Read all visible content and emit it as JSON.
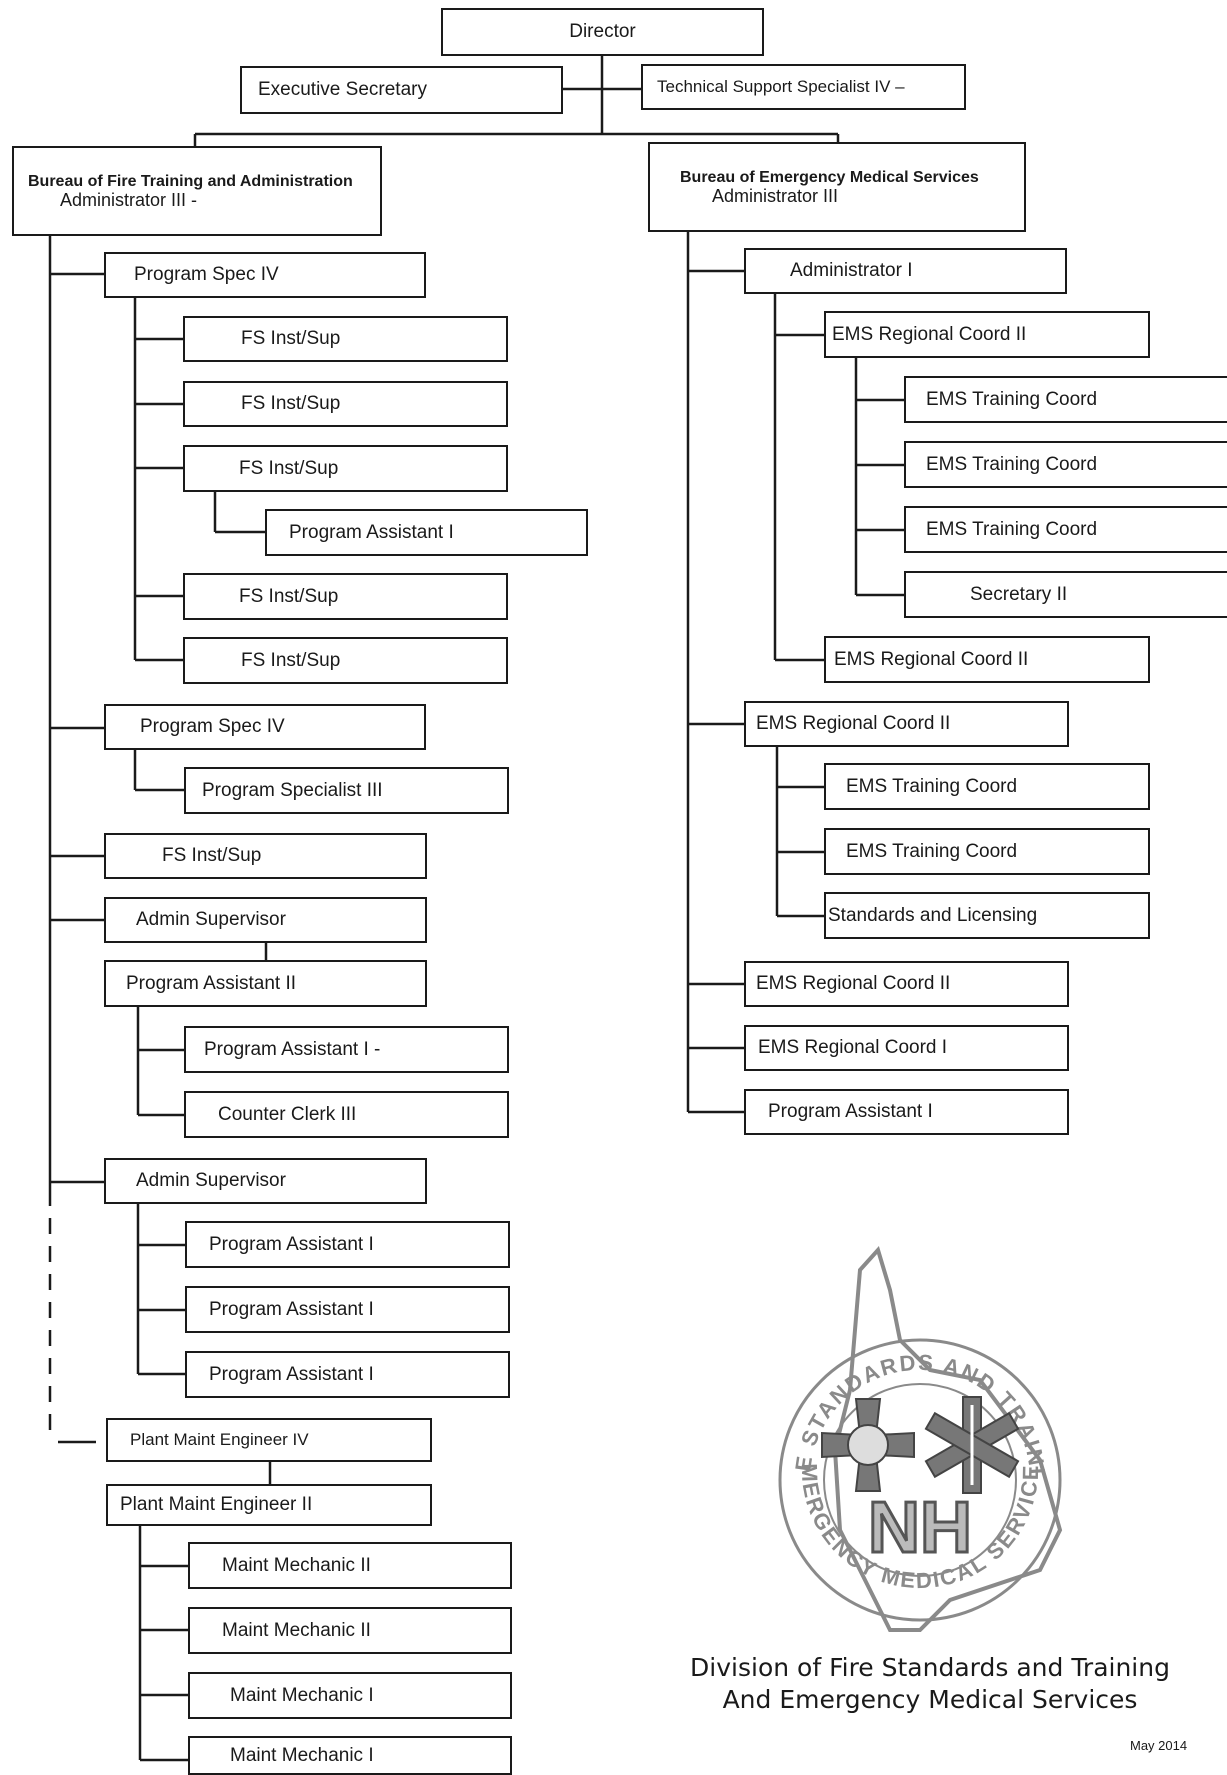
{
  "director": "Director",
  "executive_secretary": "Executive Secretary",
  "tech_support": "Technical Support Specialist IV –",
  "fire_bureau": {
    "title": "Bureau of Fire Training and Administration",
    "admin": "Administrator III -"
  },
  "ems_bureau": {
    "title": "Bureau of Emergency Medical Services",
    "admin": "Administrator III"
  },
  "fire": {
    "ps1": "Program Spec IV",
    "fs1": "FS Inst/Sup",
    "fs2": "FS Inst/Sup",
    "fs3": "FS Inst/Sup",
    "pa_fs3": "Program Assistant I",
    "fs4": "FS Inst/Sup",
    "fs5": "FS Inst/Sup",
    "ps2": "Program Spec IV",
    "ps3": "Program Specialist III",
    "fs6": "FS Inst/Sup",
    "as1": "Admin Supervisor",
    "pa2": "Program Assistant II",
    "pa_a": "Program Assistant I -",
    "cc": "Counter Clerk III",
    "as2": "Admin Supervisor",
    "pa_b": "Program Assistant I",
    "pa_c": "Program Assistant I",
    "pa_d": "Program Assistant I",
    "pme4": "Plant Maint Engineer IV",
    "pme2": "Plant Maint Engineer II",
    "mm1": "Maint Mechanic II",
    "mm2": "Maint Mechanic II",
    "mm3": "Maint Mechanic I",
    "mm4": "Maint Mechanic I"
  },
  "ems": {
    "admin1": "Administrator I",
    "rc1": "EMS Regional Coord II",
    "tc1": "EMS Training Coord",
    "tc2": "EMS Training Coord",
    "tc3": "EMS Training Coord",
    "sec": "Secretary II",
    "rc2": "EMS Regional Coord II",
    "rc3": "EMS Regional Coord II",
    "tc4": "EMS Training Coord",
    "tc5": "EMS Training Coord",
    "sl": "Standards and Licensing",
    "rc4": "EMS Regional Coord II",
    "rc5": "EMS Regional Coord I",
    "pa": "Program Assistant I"
  },
  "logo": {
    "ring_top": "FIRE STANDARDS AND TRAINING",
    "ring_bottom": "EMERGENCY MEDICAL SERVICES",
    "center": "NH"
  },
  "caption_line1": "Division of Fire Standards and Training",
  "caption_line2": "And Emergency Medical Services",
  "date": "May 2014",
  "colors": {
    "ink": "#1a1a1a",
    "logo_gray": "#8a8a8a"
  }
}
